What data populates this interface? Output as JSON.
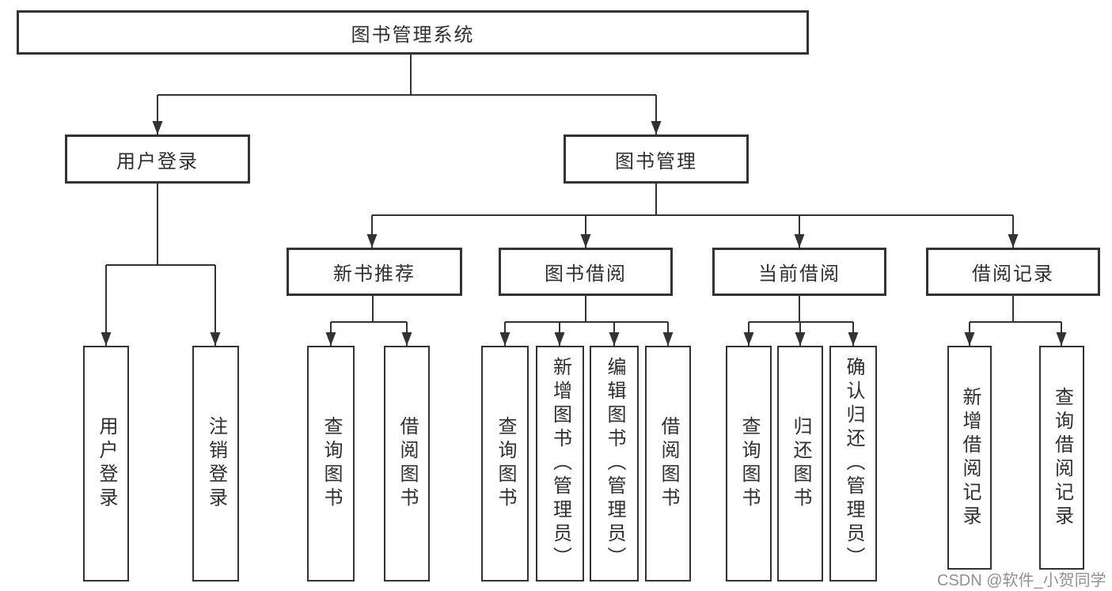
{
  "diagram_type": "hierarchy-tree",
  "colors": {
    "background": "#ffffff",
    "line": "#333333",
    "box_border": "#333333",
    "text": "#2f2f2f",
    "watermark": "#8f8f99"
  },
  "watermark": {
    "text": "CSDN @软件_小贺同学"
  },
  "tree": {
    "label": "图书管理系统",
    "children": [
      {
        "label": "用户登录",
        "children": [
          {
            "label": "用户登录"
          },
          {
            "label": "注销登录"
          }
        ]
      },
      {
        "label": "图书管理",
        "children": [
          {
            "label": "新书推荐",
            "children": [
              {
                "label": "查询图书"
              },
              {
                "label": "借阅图书"
              }
            ]
          },
          {
            "label": "图书借阅",
            "children": [
              {
                "label": "查询图书"
              },
              {
                "label": "新增图书（管理员）"
              },
              {
                "label": "编辑图书（管理员）"
              },
              {
                "label": "借阅图书"
              }
            ]
          },
          {
            "label": "当前借阅",
            "children": [
              {
                "label": "查询图书"
              },
              {
                "label": "归还图书"
              },
              {
                "label": "确认归还（管理员）"
              }
            ]
          },
          {
            "label": "借阅记录",
            "children": [
              {
                "label": "新增借阅记录"
              },
              {
                "label": "查询借阅记录"
              }
            ]
          }
        ]
      }
    ]
  }
}
